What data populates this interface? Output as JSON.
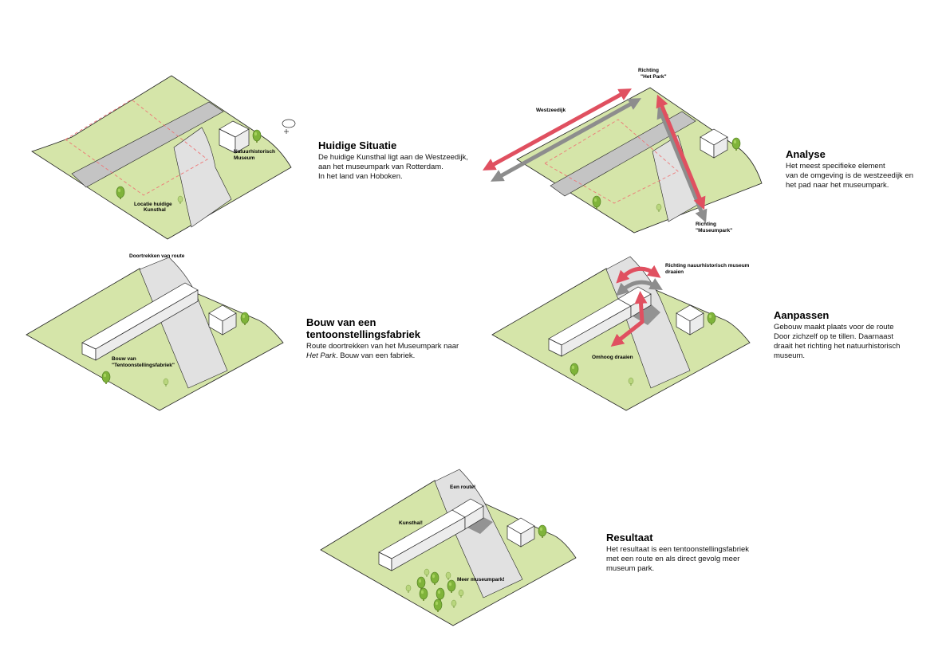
{
  "colors": {
    "grass": "#d5e5a9",
    "road": "#c4c4c4",
    "path": "#e1e1e1",
    "outline": "#222222",
    "red_arrow": "#e05060",
    "grey_arrow": "#8d8d8d",
    "tree": "#7fb33a",
    "dashed_outline": "#ee7777"
  },
  "panels": [
    {
      "id": "huidige-situatie",
      "title": "Huidige Situatie",
      "body": "De huidige Kunsthal ligt aan de Westzeedijk,\naan het museumpark van Rotterdam.\nIn het land van Hoboken.",
      "labels": {
        "natuurhistorisch": [
          "Natuurhistorisch",
          "Museum"
        ],
        "locatie": [
          "Locatie huidige",
          "Kunsthal"
        ]
      },
      "icons": [
        "north-compass-icon"
      ]
    },
    {
      "id": "analyse",
      "title": "Analyse",
      "body": "Het meest specifieke element\nvan de omgeving is de westzeedijk en\nhet pad naar het museumpark.",
      "labels": {
        "richting_park": [
          "Richting",
          "\"Het Park\""
        ],
        "westzeedijk": "Westzeedijk",
        "richting_museumpark": [
          "Richting",
          "\"Museumpark\""
        ]
      }
    },
    {
      "id": "bouw",
      "title_lines": [
        "Bouw van een",
        "tentoonstellingsfabriek"
      ],
      "body_plain": "Route doortrekken van het Museumpark naar",
      "body_italic": "Het Park",
      "body_tail": ". Bouw van een fabriek.",
      "labels": {
        "doortrekken": "Doortrekken van route",
        "bouw_van": [
          "Bouw van",
          "\"Tentoonstellingsfabriek\""
        ]
      }
    },
    {
      "id": "aanpassen",
      "title": "Aanpassen",
      "body": "Gebouw maakt plaats voor de route\nDoor zichzelf op te tillen. Daarnaast\ndraait het richting het natuurhistorisch\nmuseum.",
      "labels": {
        "richting_museum": [
          "Richting nauurhistorisch museum",
          "draaien"
        ],
        "omhoog": "Omhoog draaien"
      }
    },
    {
      "id": "resultaat",
      "title": "Resultaat",
      "body": "Het resultaat is een tentoonstellingsfabriek\nmet een route en als direct gevolg meer\nmuseum park.",
      "labels": {
        "een_route": "Een route!",
        "kunsthal": "Kunsthal!",
        "meer_museumpark": "Meer museumpark!"
      }
    }
  ]
}
